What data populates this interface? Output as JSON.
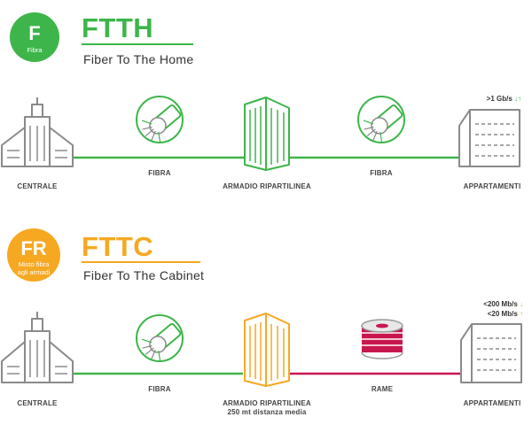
{
  "colors": {
    "green": "#3db54a",
    "orange": "#f6a821",
    "copper": "#c8174f",
    "building": "#8a8a8a"
  },
  "ftth": {
    "badge_code": "F",
    "badge_sub": "Fibra",
    "title": "FTTH",
    "subtitle": "Fiber To The Home",
    "labels": {
      "centrale": "CENTRALE",
      "fibra_1": "FIBRA",
      "armadio": "ARMADIO RIPARTILINEA",
      "fibra_2": "FIBRA",
      "appartamenti": "APPARTAMENTI"
    },
    "speed": {
      "value": ">1 Gb/s",
      "arrows": "↓↑"
    }
  },
  "fttc": {
    "badge_code": "FR",
    "badge_sub_1": "Misto fibra",
    "badge_sub_2": "agli armadi",
    "title": "FTTC",
    "subtitle": "Fiber To The Cabinet",
    "labels": {
      "centrale": "CENTRALE",
      "fibra": "FIBRA",
      "armadio": "ARMADIO RIPARTILINEA",
      "armadio_sub": "250 mt distanza media",
      "rame": "RAME",
      "appartamenti": "APPARTAMENTI"
    },
    "speed_down": {
      "value": "<200 Mb/s",
      "arrow": "↓"
    },
    "speed_up": {
      "value": "<20 Mb/s",
      "arrow": "↑"
    }
  }
}
